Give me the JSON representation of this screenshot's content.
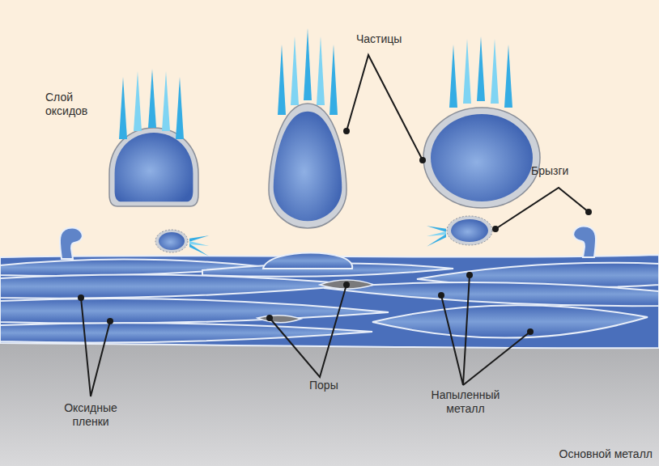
{
  "diagram": {
    "nodes": [
      {
        "text": [
          "Основной металл"
        ]
      }
    ],
    "labels": [
      "Слой оксидов",
      "Частицы",
      "Брызги",
      "Оксидные пленки",
      "Поры",
      "Напыленный металл"
    ]
  }
}
